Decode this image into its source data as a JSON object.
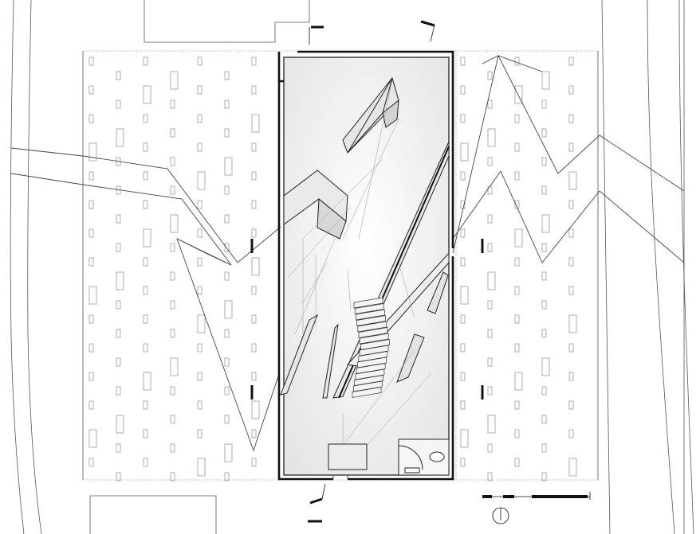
{
  "drawing": {
    "kind": "architectural-floor-plan",
    "colors": {
      "line": "#444444",
      "fine_line": "#8a8a8a",
      "wall": "#111111",
      "interior_fill": "#f2f2f2",
      "shadow": "#cfcfcf"
    },
    "icons": [
      "section-marker-icon",
      "north-arrow-icon",
      "scale-bar-icon"
    ],
    "scale_bar": {
      "segments": 4
    },
    "markers": {
      "count": 6
    }
  }
}
